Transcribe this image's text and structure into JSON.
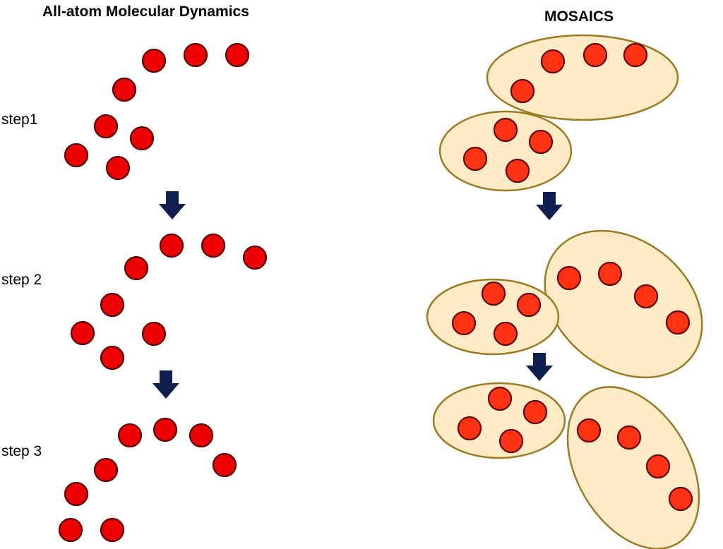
{
  "titles": {
    "left": "All-atom Molecular Dynamics",
    "right": "MOSAICS"
  },
  "steps": [
    {
      "label": "step1"
    },
    {
      "label": "step 2"
    },
    {
      "label": "step 3"
    }
  ],
  "colors": {
    "md_atom_fill": "#ee0000",
    "md_atom_stroke": "#550000",
    "mosaics_atom_fill": "#ff3311",
    "mosaics_atom_stroke": "#660000",
    "group_fill": "#fcebc4",
    "group_stroke": "#9c7a22",
    "arrow": "#0e1f4f"
  },
  "icons": {
    "arrow": "down-arrow-icon"
  }
}
